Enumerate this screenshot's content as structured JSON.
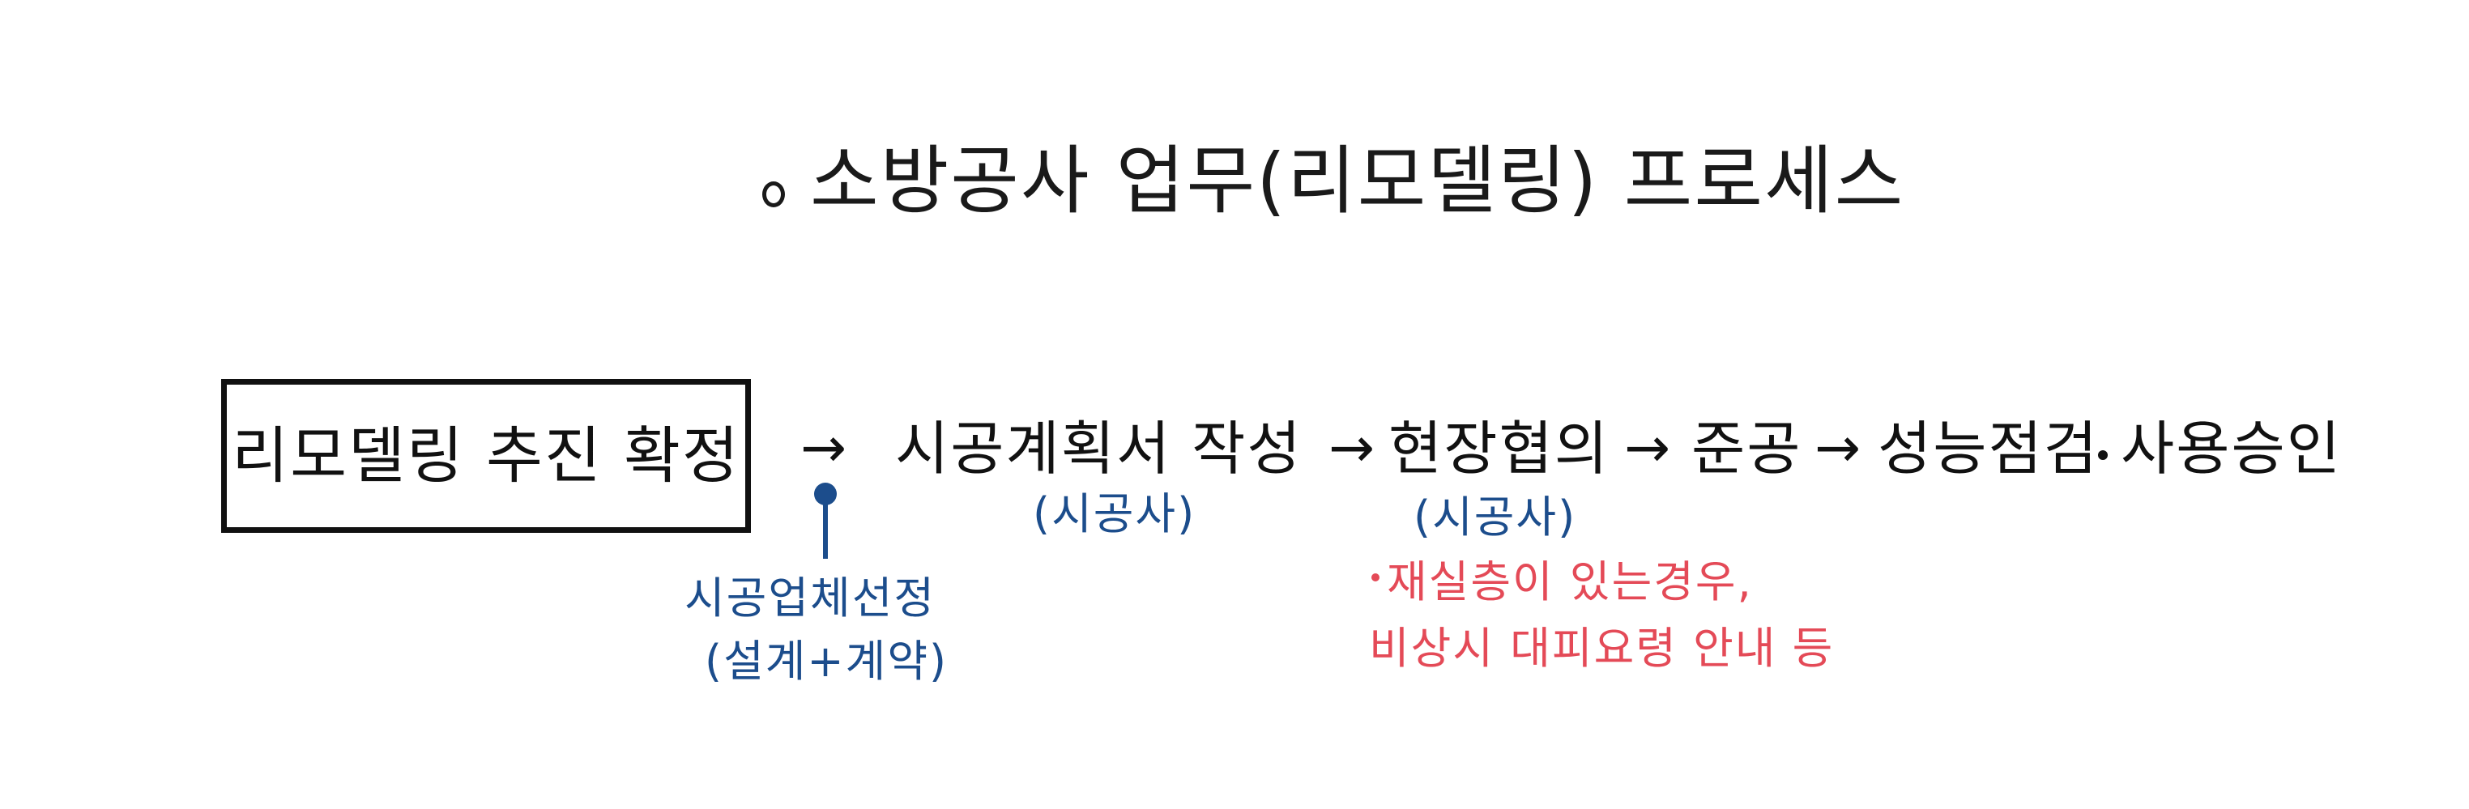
{
  "title": "소방공사 업무(리모델링) 프로세스",
  "process": {
    "start_box": "리모델링 추진 확정",
    "arrow": "→",
    "steps": [
      "시공계획서 작성",
      "현장협의",
      "준공",
      "성능점검",
      "사용승인"
    ],
    "notes": {
      "contractor": "(시공사)",
      "contractor_selection_line1": "시공업체선정",
      "contractor_selection_line2": "(설계+계약)",
      "site_meeting_line1": "재실층이 있는경우,",
      "site_meeting_line2": "비상시 대피요령 안내 등"
    }
  },
  "colors": {
    "ink": "#111111",
    "blue_note": "#1c4d8c",
    "red_note": "#e44a57"
  }
}
